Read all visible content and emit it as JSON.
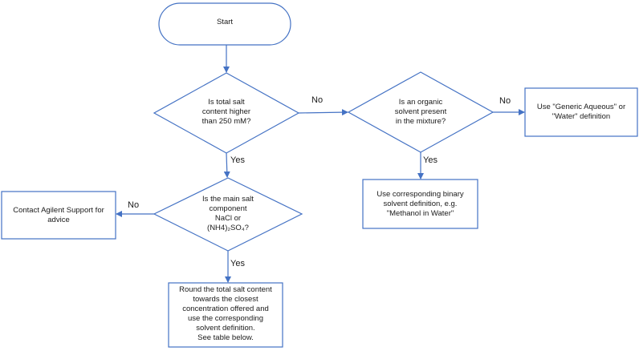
{
  "nodes": {
    "start": {
      "text": "Start"
    },
    "salt_q": {
      "lines": [
        "Is total salt",
        "content higher",
        "than 250 mM?"
      ]
    },
    "organic_q": {
      "lines": [
        "Is an organic",
        "solvent present",
        "in the mixture?"
      ]
    },
    "generic_aqueous": {
      "lines": [
        "Use \"Generic Aqueous\" or",
        "\"Water\" definition"
      ]
    },
    "binary_solvent": {
      "lines": [
        "Use corresponding binary",
        "solvent definition, e.g.",
        "\"Methanol in Water\""
      ]
    },
    "main_salt_q": {
      "lines": [
        "Is the main salt",
        "component",
        "NaCl or",
        "(NH4)₂SO₄?"
      ]
    },
    "contact_support": {
      "lines": [
        "Contact Agilent Support for",
        "advice"
      ]
    },
    "round_salt": {
      "lines": [
        "Round the total salt content",
        "towards the closest",
        "concentration offered and",
        "use the corresponding",
        "solvent definition.",
        "See table below."
      ]
    }
  },
  "edges": {
    "salt_no": "No",
    "salt_yes": "Yes",
    "organic_no": "No",
    "organic_yes": "Yes",
    "main_salt_no": "No",
    "main_salt_yes": "Yes"
  },
  "colors": {
    "stroke": "#4472c4",
    "fill": "#ffffff",
    "text": "#1a1a1a"
  }
}
